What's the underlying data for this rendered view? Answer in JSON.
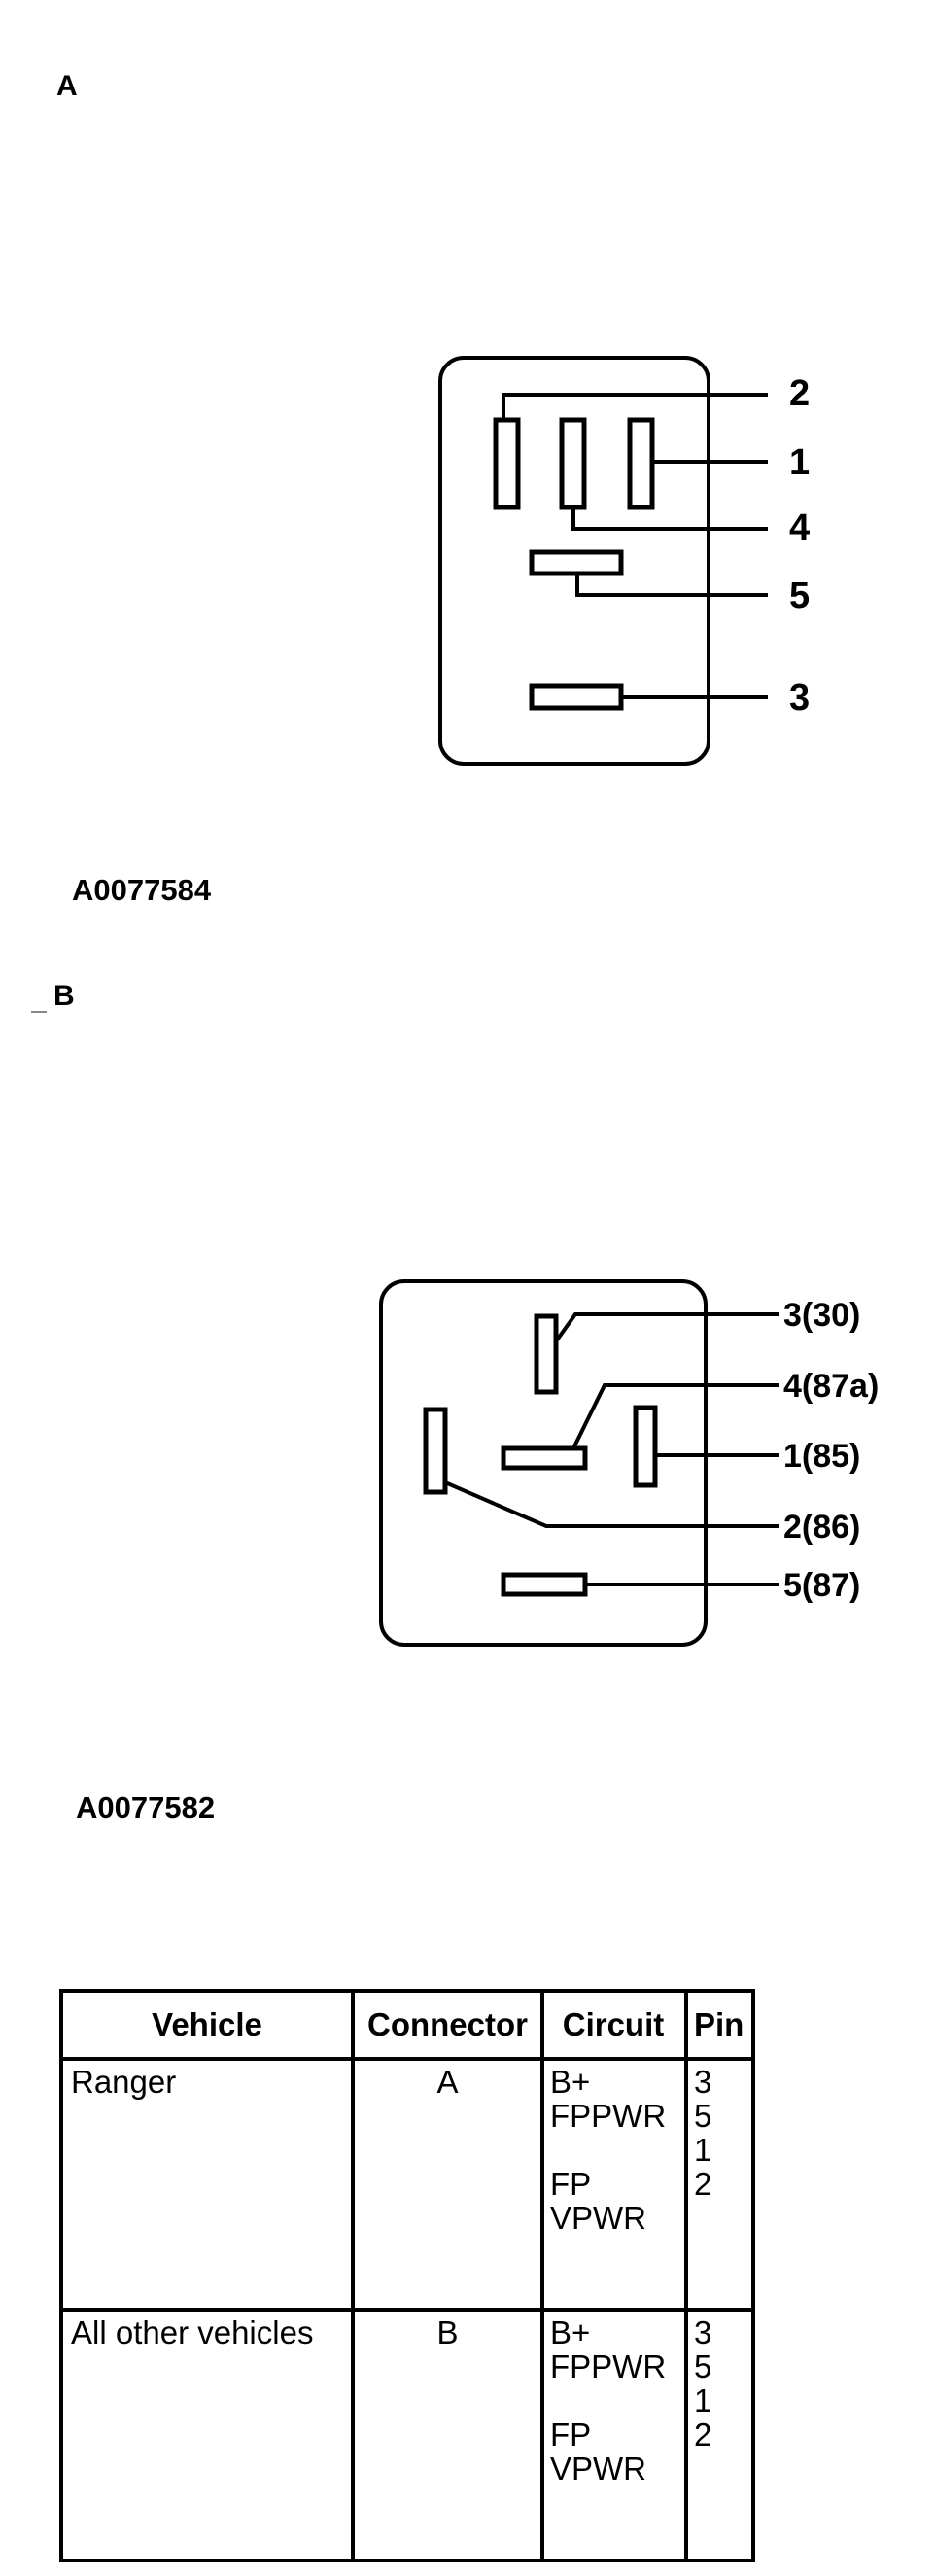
{
  "connector_a": {
    "letter": "A",
    "figure_id": "A0077584",
    "pin_labels": {
      "p2": "2",
      "p1": "1",
      "p4": "4",
      "p5": "5",
      "p3": "3"
    }
  },
  "connector_b": {
    "letter": "B",
    "figure_id": "A0077582",
    "pin_labels": {
      "p3": "3(30)",
      "p4": "4(87a)",
      "p1": "1(85)",
      "p2": "2(86)",
      "p5": "5(87)"
    }
  },
  "table": {
    "headers": {
      "vehicle": "Vehicle",
      "connector": "Connector",
      "circuit": "Circuit",
      "pin": "Pin"
    },
    "rows": [
      {
        "vehicle": "Ranger",
        "connector": "A",
        "circuit": [
          "B+",
          "FPPWR",
          "",
          "FP",
          "VPWR"
        ],
        "pin": [
          "3",
          "5",
          "1",
          "2",
          ""
        ]
      },
      {
        "vehicle": "All other vehicles",
        "connector": "B",
        "circuit": [
          "B+",
          "FPPWR",
          "",
          "FP",
          "VPWR"
        ],
        "pin": [
          "3",
          "5",
          "1",
          "2",
          ""
        ]
      }
    ]
  }
}
